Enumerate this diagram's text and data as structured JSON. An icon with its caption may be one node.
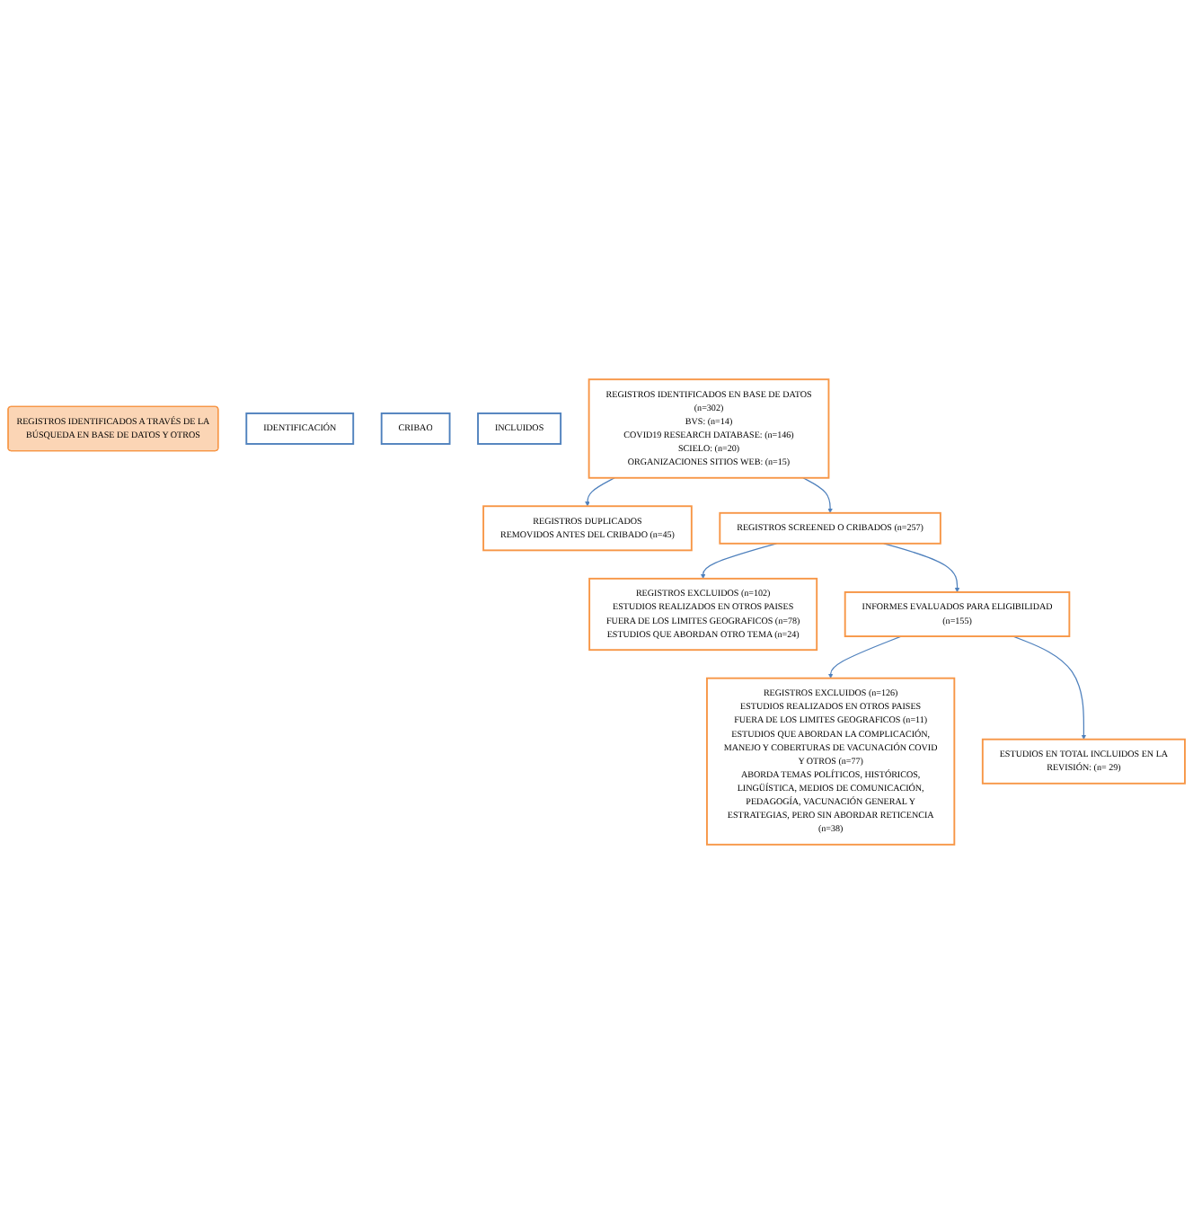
{
  "diagram": {
    "nodes": [
      {
        "text": [
          "REGISTROS IDENTIFICADOS A TRAVÉS DE LA BÚSQUEDA EN BASE DE DATOS Y OTROS"
        ]
      },
      {
        "text": [
          "IDENTIFICACIÓN"
        ]
      },
      {
        "text": [
          "CRIBAO"
        ]
      },
      {
        "text": [
          "INCLUIDOS"
        ]
      },
      {
        "text": [
          "REGISTROS IDENTIFICADOS EN BASE DE DATOS (n=302)",
          "BVS: (n=14)",
          "COVID19 RESEARCH DATABASE: (n=146)",
          "SCIELO: (n=20)",
          "ORGANIZACIONES SITIOS WEB: (n=15)"
        ]
      },
      {
        "text": [
          "REGISTROS DUPLICADOS",
          "REMOVIDOS ANTES DEL CRIBADO (n=45)"
        ]
      },
      {
        "text": [
          "REGISTROS SCREENED O CRIBADOS (n=257)"
        ]
      },
      {
        "text": [
          "REGISTROS EXCLUIDOS (n=102)",
          "ESTUDIOS REALIZADOS EN OTROS PAISES FUERA DE LOS LIMITES GEOGRAFICOS (n=78)",
          "ESTUDIOS QUE ABORDAN OTRO TEMA (n=24)"
        ]
      },
      {
        "text": [
          "INFORMES EVALUADOS PARA ELIGIBILIDAD (n=155)"
        ]
      },
      {
        "text": [
          "REGISTROS EXCLUIDOS (n=126)",
          "ESTUDIOS REALIZADOS EN OTROS PAISES FUERA DE LOS LIMITES GEOGRAFICOS (n=11)",
          "ESTUDIOS QUE ABORDAN LA COMPLICACIÓN, MANEJO Y COBERTURAS DE VACUNACIÓN COVID Y OTROS (n=77)",
          "ABORDA TEMAS POLÍTICOS, HISTÓRICOS, LINGÜÍSTICA, MEDIOS DE COMUNICACIÓN, PEDAGOGÍA, VACUNACIÓN GENERAL Y ESTRATEGIAS, PERO SIN ABORDAR RETICENCIA (n=38)"
        ]
      },
      {
        "text": [
          "ESTUDIOS EN TOTAL INCLUIDOS EN LA REVISIÓN: (n= 29)"
        ]
      }
    ],
    "edges": [
      {
        "from": 4,
        "to": 5,
        "arrow": "to"
      },
      {
        "from": 4,
        "to": 6,
        "arrow": "to"
      },
      {
        "from": 6,
        "to": 7,
        "arrow": "to"
      },
      {
        "from": 6,
        "to": 8,
        "arrow": "to"
      },
      {
        "from": 8,
        "to": 9,
        "arrow": "to"
      },
      {
        "from": 8,
        "to": 10,
        "arrow": "to"
      }
    ]
  }
}
